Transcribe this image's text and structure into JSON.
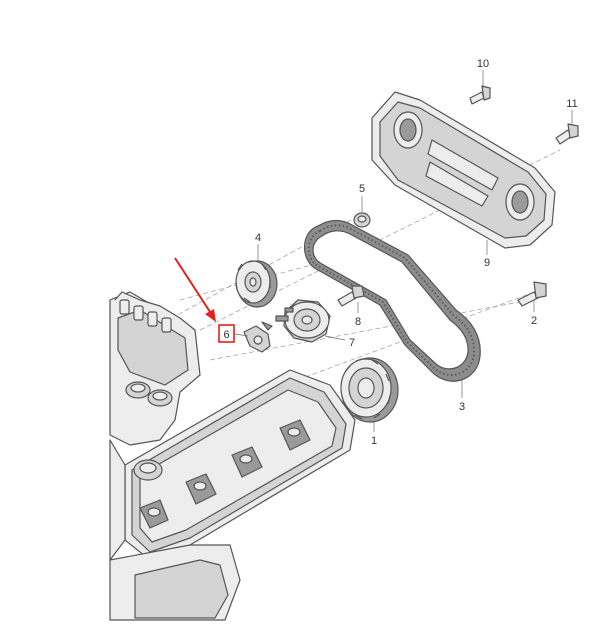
{
  "diagram": {
    "highlight_color": "#e3201b",
    "callouts": {
      "c1": "1",
      "c2": "2",
      "c3": "3",
      "c4": "4",
      "c5": "5",
      "c6": "6",
      "c7": "7",
      "c8": "8",
      "c9": "9",
      "c10": "10",
      "c11": "11"
    },
    "highlighted_callout": "6"
  }
}
